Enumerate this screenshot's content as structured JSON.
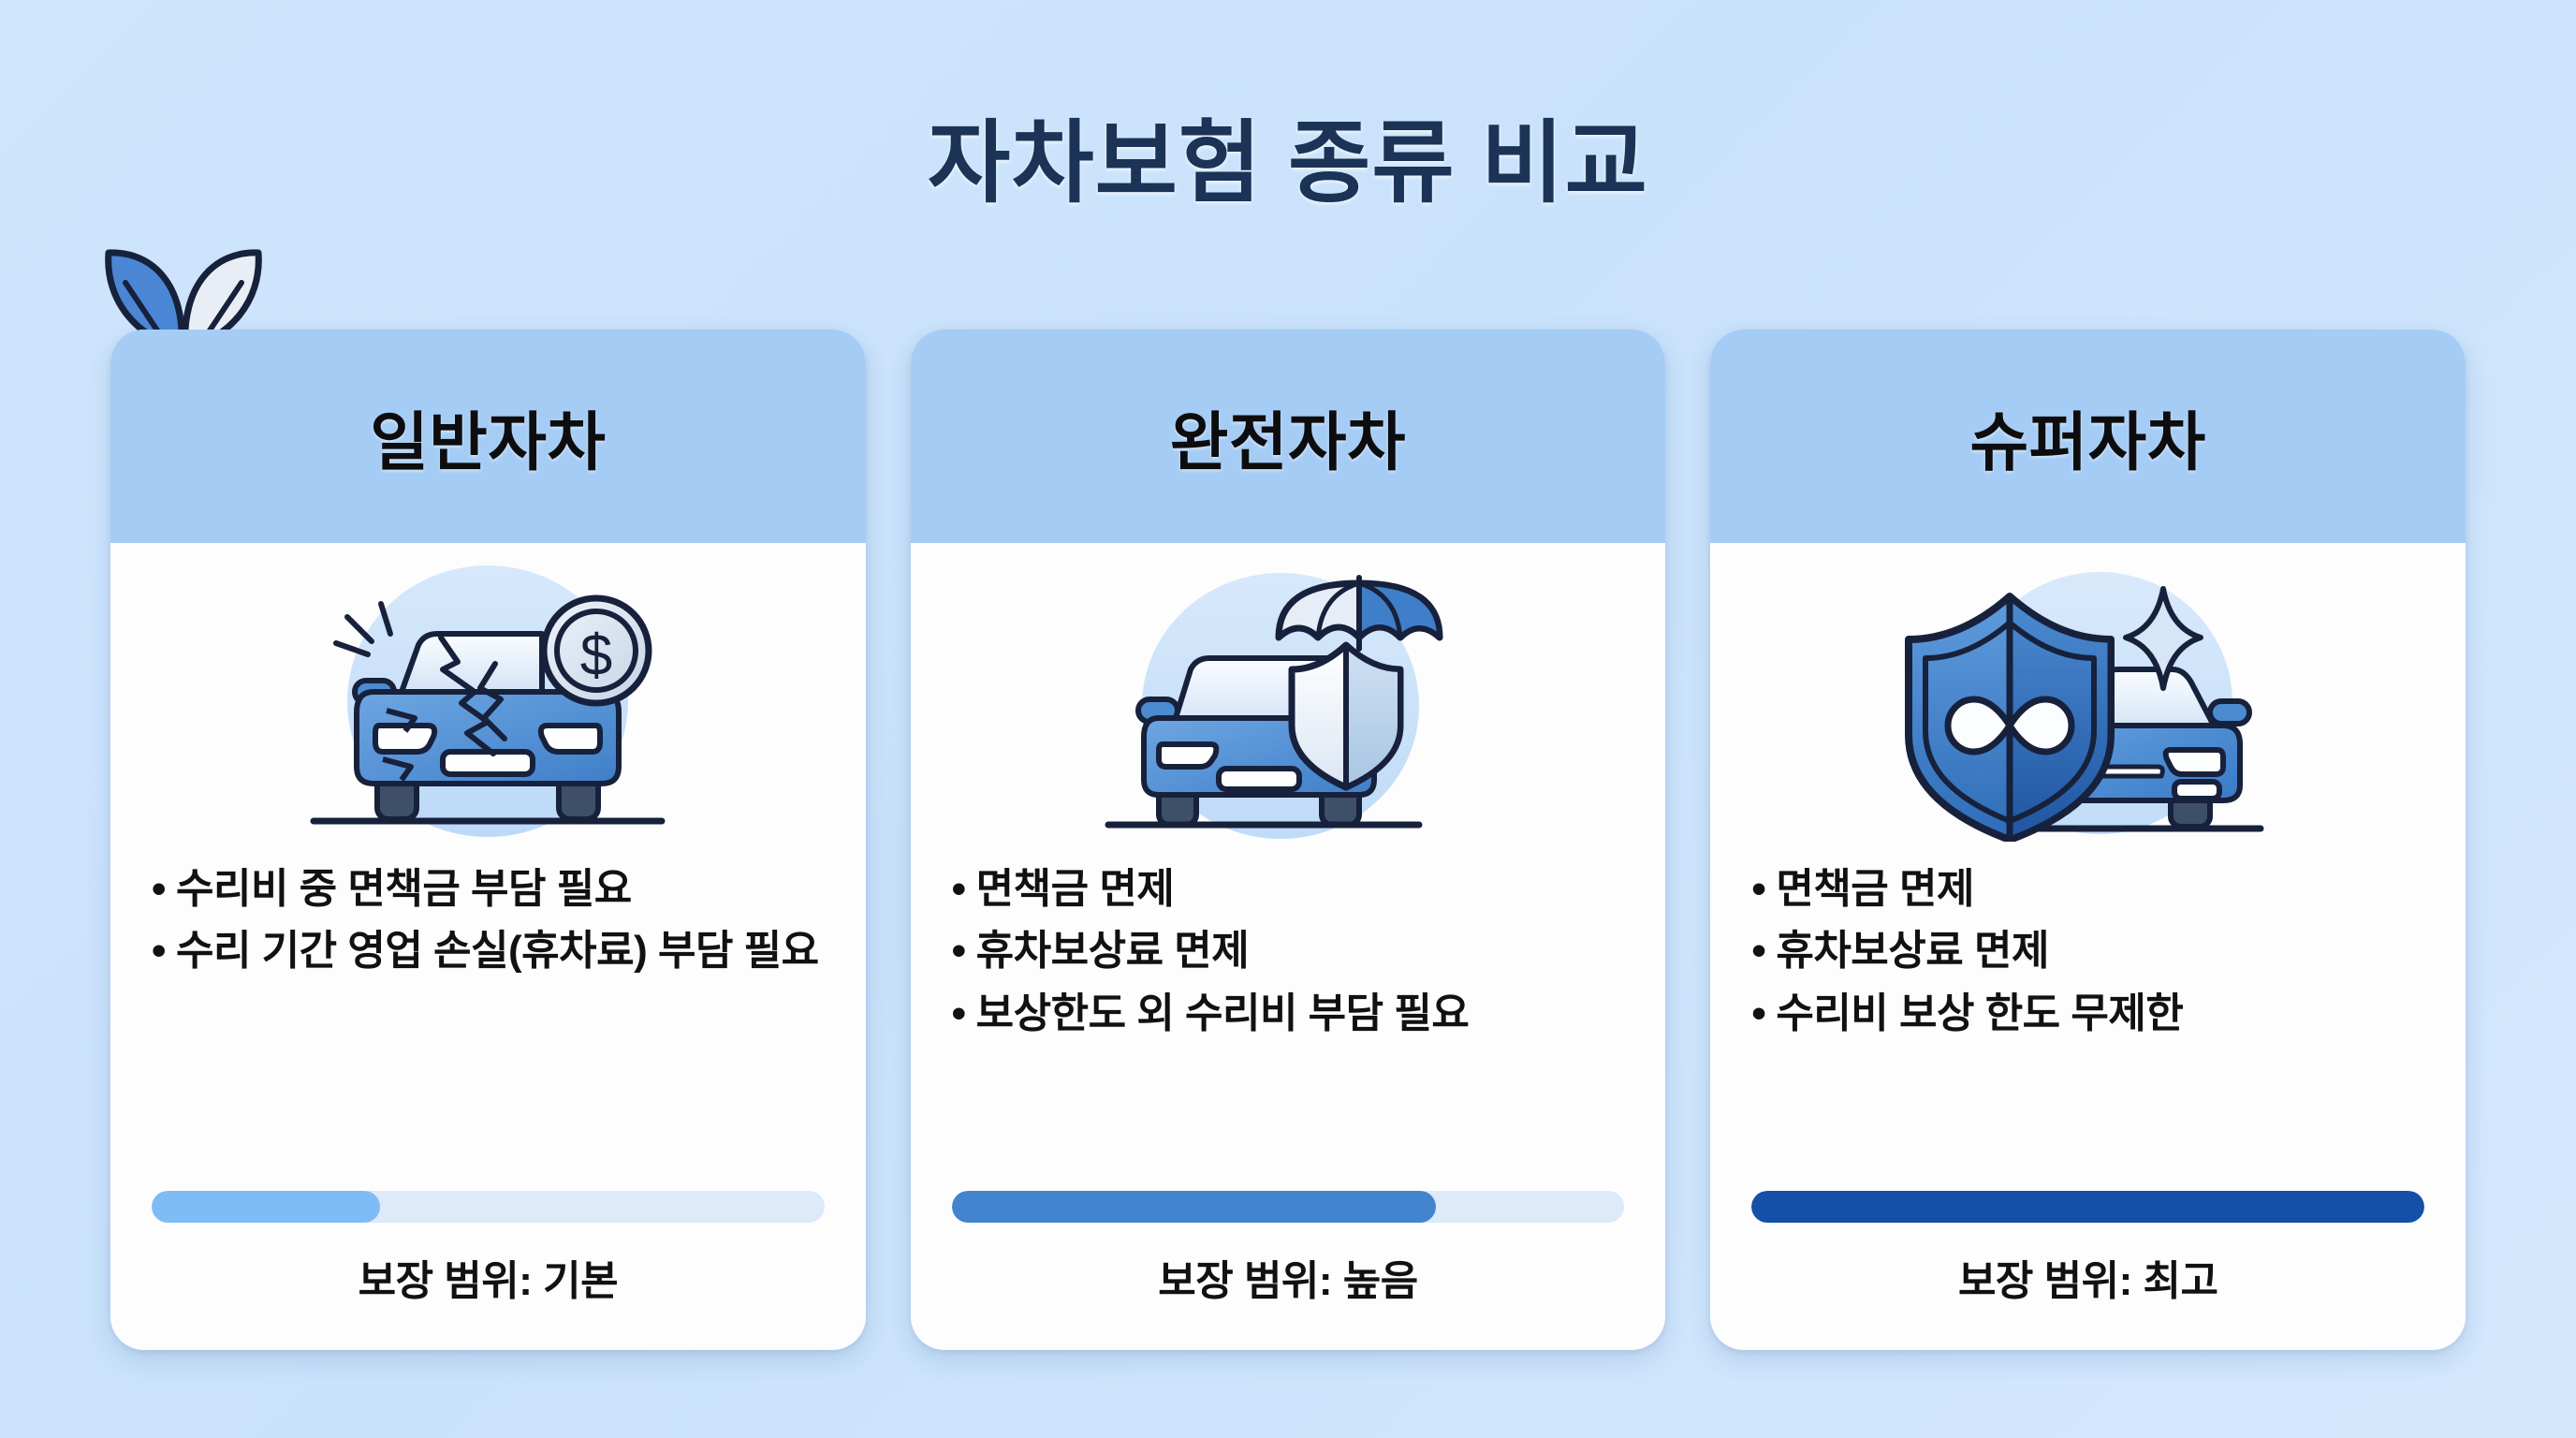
{
  "page": {
    "title": "자차보험 종류 비교",
    "background_color": "#cfe5fc",
    "title_color": "#1b3356"
  },
  "decoration": {
    "leaf_icon_name": "leaf-pair-icon",
    "leaf_blue_color": "#4a86d4",
    "leaf_white_color": "#e9eef6"
  },
  "cards": [
    {
      "id": "ilban-jacha",
      "title": "일반자차",
      "header_color": "#a5ccf5",
      "illustration": "damaged-car-with-coin-illustration",
      "bullets": [
        "수리비 중 면책금 부담 필요",
        "수리 기간 영업 손실(휴차료) 부담 필요"
      ],
      "coverage": {
        "label": "보장 범위: 기본",
        "level": "기본",
        "percent": 34,
        "fill_color": "#7fbcf5",
        "track_color": "#dceafa"
      }
    },
    {
      "id": "wanjeon-jacha",
      "title": "완전자차",
      "header_color": "#a5ccf5",
      "illustration": "car-with-shield-and-umbrella-illustration",
      "bullets": [
        "면책금 면제",
        "휴차보상료 면제",
        "보상한도 외 수리비 부담 필요"
      ],
      "coverage": {
        "label": "보장 범위: 높음",
        "level": "높음",
        "percent": 72,
        "fill_color": "#4284ce",
        "track_color": "#dceafa"
      }
    },
    {
      "id": "super-jacha",
      "title": "슈퍼자차",
      "header_color": "#a5ccf5",
      "illustration": "shield-infinity-with-car-illustration",
      "bullets": [
        "면책금 면제",
        "휴차보상료 면제",
        "수리비 보상 한도 무제한"
      ],
      "coverage": {
        "label": "보장 범위: 최고",
        "level": "최고",
        "percent": 100,
        "fill_color": "#1450a8",
        "track_color": "#dceafa"
      }
    }
  ]
}
